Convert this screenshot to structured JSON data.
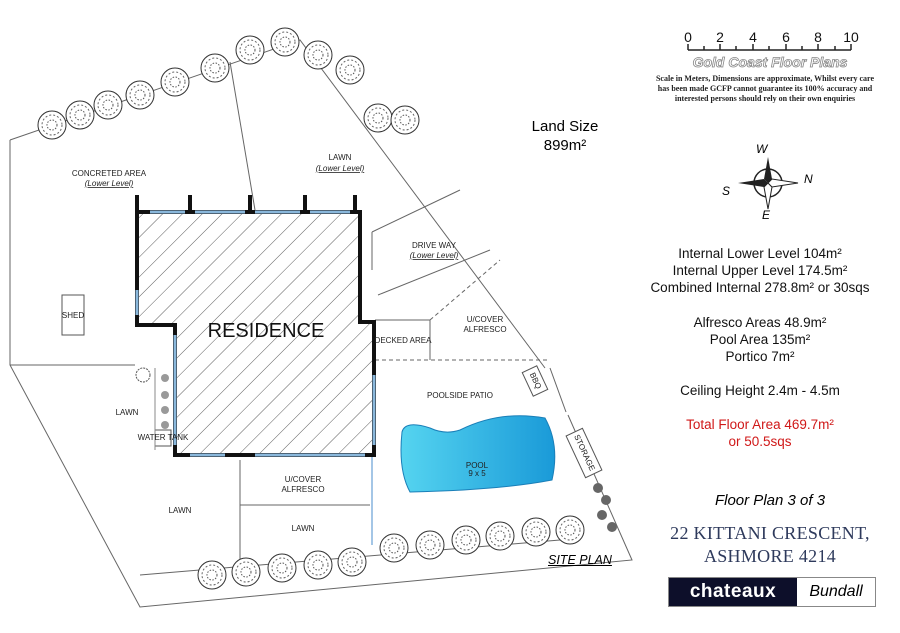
{
  "scale": {
    "ticks": [
      "0",
      "2",
      "4",
      "6",
      "8",
      "10"
    ],
    "brand": "Gold Coast Floor Plans",
    "note": "Scale in Meters, Dimensions are approximate, Whilst every care has been made GCFP cannot guarantee its 100% accuracy and interested persons should rely on their own enquiries"
  },
  "land_size": {
    "label": "Land Size",
    "value": "899m²"
  },
  "compass": {
    "n": "N",
    "s": "S",
    "e": "E",
    "w": "W"
  },
  "areas": {
    "internal_lower": "Internal Lower Level 104m²",
    "internal_upper": "Internal Upper Level 174.5m²",
    "combined": "Combined Internal 278.8m² or 30sqs",
    "alfresco": "Alfresco Areas 48.9m²",
    "pool": "Pool Area 135m²",
    "portico": "Portico 7m²",
    "ceiling": "Ceiling Height 2.4m - 4.5m",
    "total_line1": "Total Floor Area 469.7m²",
    "total_line2": "or 50.5sqs"
  },
  "floor_plan": "Floor Plan 3 of 3",
  "address": {
    "line1": "22 KITTANI CRESCENT,",
    "line2": "ASHMORE 4214"
  },
  "logo": {
    "left": "chateaux",
    "right": "Bundall"
  },
  "site_plan": "SITE PLAN",
  "plan": {
    "concreted": "CONCRETED AREA",
    "concreted_sub": "(Lower Level)",
    "lawn_top": "LAWN",
    "lawn_top_sub": "(Lower Level)",
    "driveway": "DRIVE WAY",
    "driveway_sub": "(Lower Level)",
    "residence": "RESIDENCE",
    "shed": "SHED",
    "decked": "DECKED AREA",
    "ucover1": "U/COVER",
    "alfresco1": "ALFRESCO",
    "poolside": "POOLSIDE PATIO",
    "bbq": "BBQ",
    "storage": "STORAGE",
    "pool": "POOL",
    "pool_size": "9 x 5",
    "lawn_left": "LAWN",
    "lawn_bottom_left": "LAWN",
    "ucover2": "U/COVER",
    "alfresco2": "ALFRESCO",
    "lawn_bottom": "LAWN",
    "water_tank": "WATER TANK"
  }
}
